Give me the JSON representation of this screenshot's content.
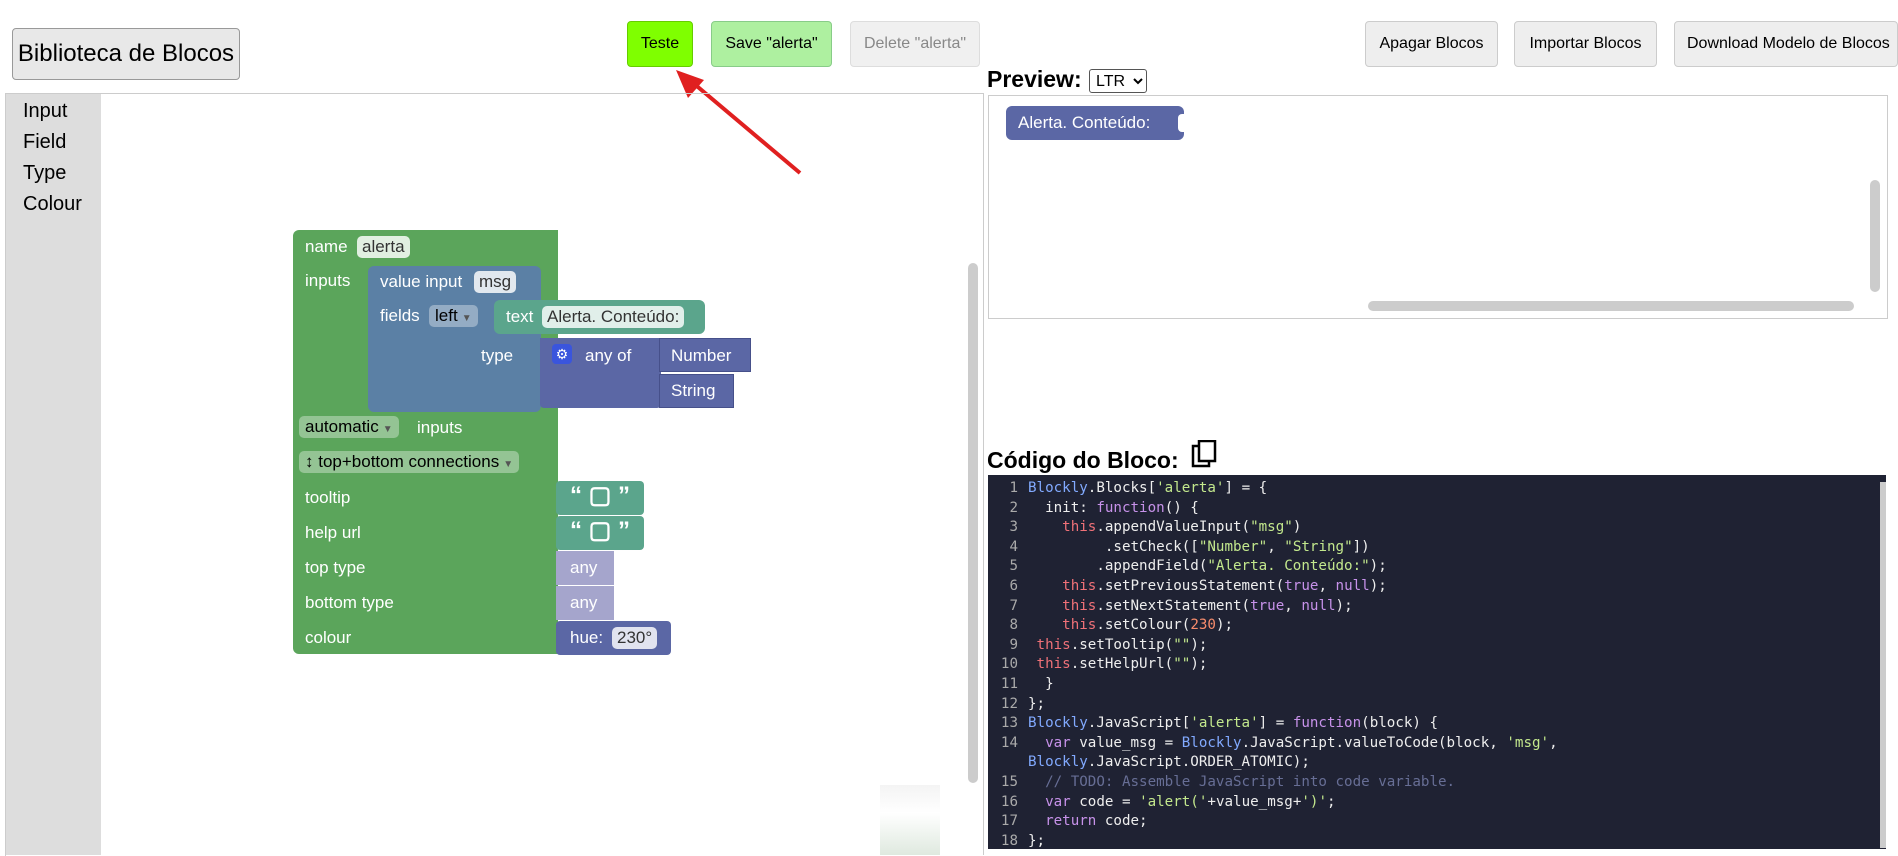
{
  "toolbar": {
    "library_label": "Biblioteca de Blocos",
    "test_label": "Teste",
    "save_label": "Save \"alerta\"",
    "delete_label": "Delete \"alerta\"",
    "clear_label": "Apagar Blocos",
    "import_label": "Importar Blocos",
    "download_label": "Download Modelo de Blocos"
  },
  "toolbox": {
    "categories": [
      "Input",
      "Field",
      "Type",
      "Colour"
    ]
  },
  "factory_block": {
    "name_label": "name",
    "name_value": "alerta",
    "inputs_label": "inputs",
    "value_input_label": "value input",
    "value_input_name": "msg",
    "fields_label": "fields",
    "fields_align": "left",
    "text_label": "text",
    "text_value": "Alerta. Conteúdo:",
    "type_label": "type",
    "any_of_label": "any of",
    "type_options": [
      "Number",
      "String"
    ],
    "inputs_mode": "automatic",
    "inputs_mode_suffix": "inputs",
    "connections": "↕ top+bottom connections",
    "tooltip_label": "tooltip",
    "help_url_label": "help url",
    "top_type_label": "top type",
    "bottom_type_label": "bottom type",
    "any_value": "any",
    "colour_label": "colour",
    "hue_label": "hue:",
    "hue_value": "230°"
  },
  "preview": {
    "label": "Preview:",
    "direction": "LTR",
    "block_text": "Alerta. Conteúdo:",
    "block_color": "#5b67a5"
  },
  "code": {
    "label": "Código do Bloco:",
    "lines": [
      "Blockly.Blocks['alerta'] = {",
      "  init: function() {",
      "    this.appendValueInput(\"msg\")",
      "         .setCheck([\"Number\", \"String\"])",
      "        .appendField(\"Alerta. Conteúdo:\");",
      "    this.setPreviousStatement(true, null);",
      "    this.setNextStatement(true, null);",
      "    this.setColour(230);",
      " this.setTooltip(\"\");",
      " this.setHelpUrl(\"\");",
      "  }",
      "};",
      "Blockly.JavaScript['alerta'] = function(block) {",
      "  var value_msg = Blockly.JavaScript.valueToCode(block, 'msg',",
      "Blockly.JavaScript.ORDER_ATOMIC);",
      "  // TODO: Assemble JavaScript into code variable.",
      "  var code = 'alert('+value_msg+')';",
      "  return code;",
      "};"
    ],
    "line_numbers": [
      "1",
      "2",
      "3",
      "4",
      "5",
      "6",
      "7",
      "8",
      "9",
      "10",
      "11",
      "12",
      "13",
      "14",
      "",
      "15",
      "16",
      "17",
      "18"
    ]
  },
  "colors": {
    "test_button": "#7fff00",
    "save_button": "#aef0a0",
    "arrow": "#e02020",
    "block_green": "#5ba55b",
    "code_bg": "#1f2233"
  }
}
